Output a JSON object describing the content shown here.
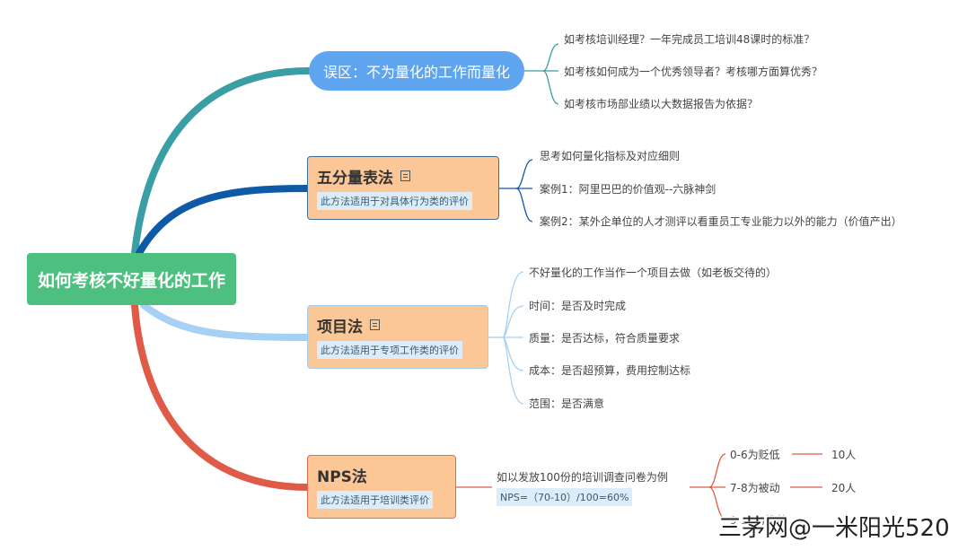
{
  "root": {
    "label": "如何考核不好量化的工作"
  },
  "branches": [
    {
      "label": "误区：不为量化的工作而量化",
      "children": [
        "如考核培训经理？一年完成员工培训48课时的标准？",
        "如考核如何成为一个优秀领导者？考核哪方面算优秀？",
        "如考核市场部业绩以大数据报告为依据？"
      ]
    },
    {
      "label": "五分量表法",
      "note": "此方法适用于对具体行为类的评价",
      "children": [
        "思考如何量化指标及对应细则",
        "案例1：阿里巴巴的价值观--六脉神剑",
        "案例2：某外企单位的人才测评以看重员工专业能力以外的能力（价值产出）"
      ]
    },
    {
      "label": "项目法",
      "note": "此方法适用于专项工作类的评价",
      "children": [
        "不好量化的工作当作一个项目去做（如老板交待的）",
        "时间：是否及时完成",
        "质量：是否达标，符合质量要求",
        "成本：是否超预算，费用控制达标",
        "范围：是否满意"
      ]
    },
    {
      "label": "NPS法",
      "note": "此方法适用于培训类评价",
      "child": "如以发放100份的培训调查问卷为例",
      "formula": "NPS=（70-10）/100=60%",
      "groups": [
        {
          "label": "0-6为贬低",
          "value": "10人"
        },
        {
          "label": "7-8为被动",
          "value": "20人"
        },
        {
          "label": "9-10为推荐",
          "value": ""
        }
      ]
    }
  ],
  "watermark": "三茅网@一米阳光520",
  "colors": {
    "root": "#4dbf7e",
    "branch1": "#3a9ea5",
    "branch2": "#0e5aa7",
    "branch3": "#a6d1f4",
    "branch4": "#e05a48"
  }
}
